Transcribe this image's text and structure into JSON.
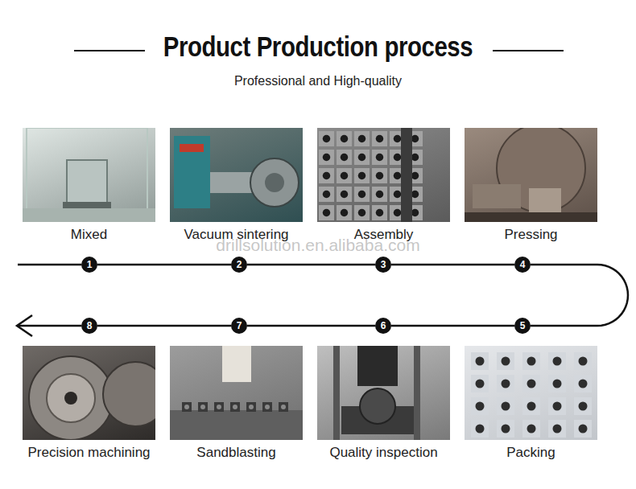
{
  "diagram": {
    "title": "Product Production process",
    "nodes": [
      {
        "text": [
          "Mixed"
        ]
      },
      {
        "text": [
          "Vacuum sintering"
        ]
      },
      {
        "text": [
          "Assembly"
        ]
      },
      {
        "text": [
          "Pressing"
        ]
      },
      {
        "text": [
          "1"
        ]
      },
      {
        "text": [
          "2"
        ]
      },
      {
        "text": [
          "3"
        ]
      },
      {
        "text": [
          "4"
        ]
      },
      {
        "text": [
          "8"
        ]
      },
      {
        "text": [
          "7"
        ]
      },
      {
        "text": [
          "6"
        ]
      },
      {
        "text": [
          "5"
        ]
      },
      {
        "text": [
          "Precision machining"
        ]
      },
      {
        "text": [
          "Sandblasting"
        ]
      },
      {
        "text": [
          "Quality inspection"
        ]
      },
      {
        "text": [
          "Packing"
        ]
      }
    ],
    "edges": [
      {
        "from": 4,
        "to": 5,
        "arrow": "none"
      },
      {
        "from": 5,
        "to": 6,
        "arrow": "none"
      },
      {
        "from": 6,
        "to": 7,
        "arrow": "none"
      },
      {
        "from": 7,
        "to": 11,
        "arrow": "none"
      },
      {
        "from": 11,
        "to": 10,
        "arrow": "none"
      },
      {
        "from": 10,
        "to": 9,
        "arrow": "none"
      },
      {
        "from": 9,
        "to": 8,
        "arrow": "none"
      }
    ],
    "labels": [
      "Professional and High-quality",
      "drillsolution.en.alibaba.com"
    ]
  }
}
